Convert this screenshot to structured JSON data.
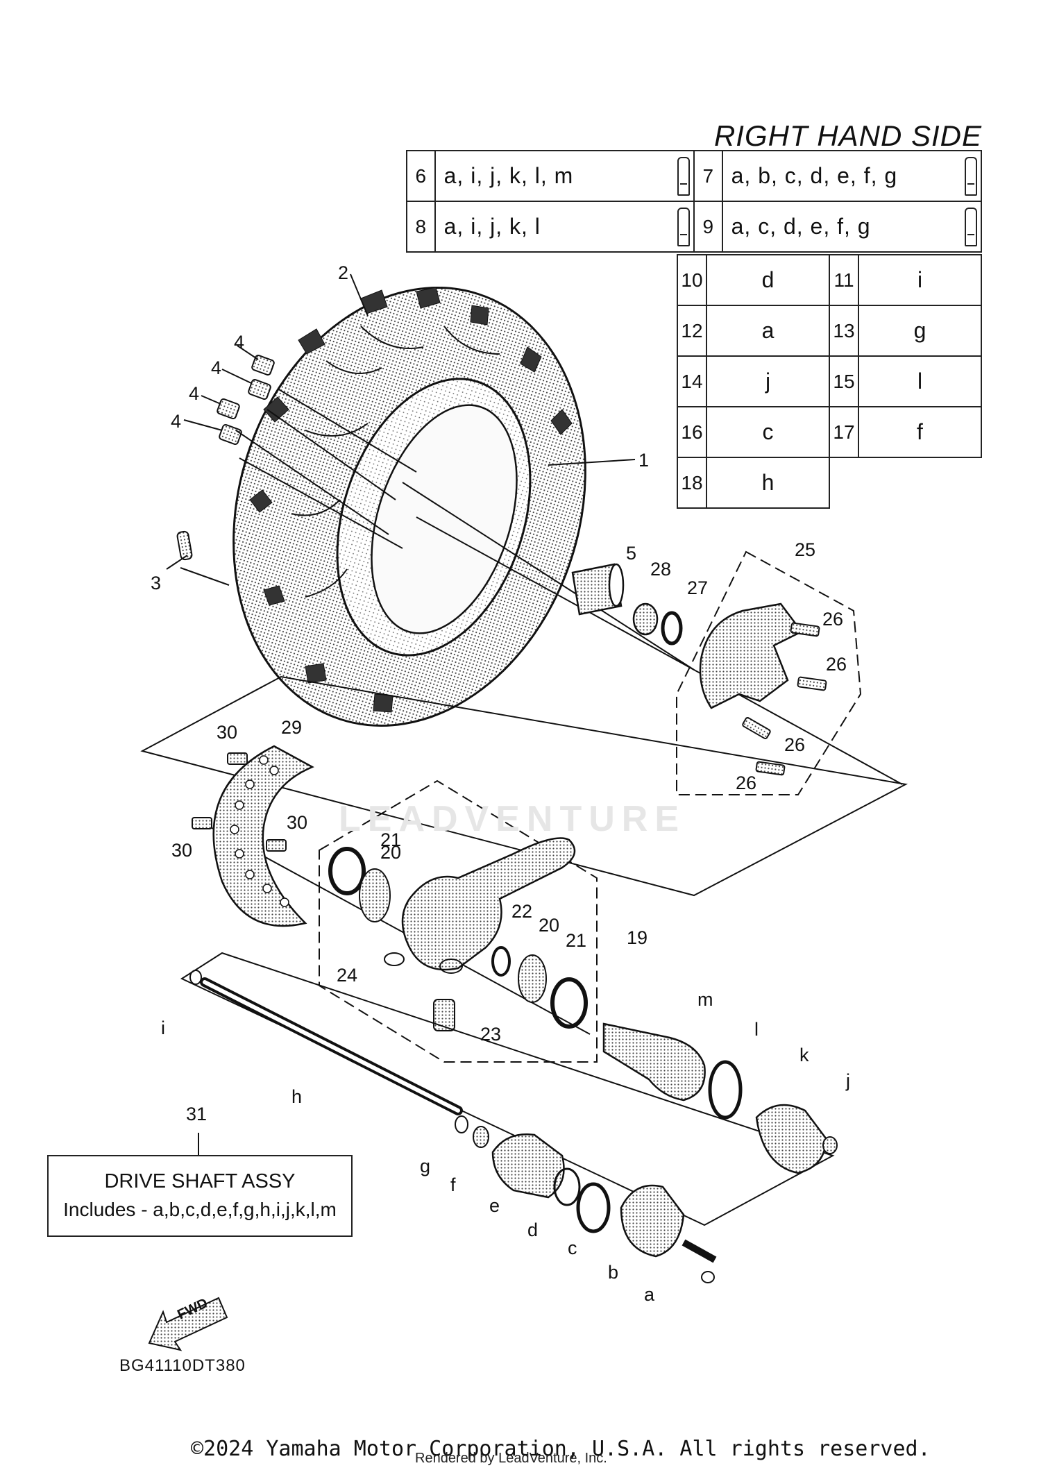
{
  "title": "RIGHT HAND SIDE",
  "ref_table_top": [
    [
      {
        "num": "6",
        "parts": "a, i, j, k, l, m"
      },
      {
        "num": "7",
        "parts": "a, b, c, d, e, f, g"
      }
    ],
    [
      {
        "num": "8",
        "parts": "a, i, j, k, l"
      },
      {
        "num": "9",
        "parts": "a, c, d, e, f, g"
      }
    ]
  ],
  "ref_table_bottom": [
    [
      {
        "num": "10",
        "part": "d"
      },
      {
        "num": "11",
        "part": "i"
      }
    ],
    [
      {
        "num": "12",
        "part": "a"
      },
      {
        "num": "13",
        "part": "g"
      }
    ],
    [
      {
        "num": "14",
        "part": "j"
      },
      {
        "num": "15",
        "part": "l"
      }
    ],
    [
      {
        "num": "16",
        "part": "c"
      },
      {
        "num": "17",
        "part": "f"
      }
    ],
    [
      {
        "num": "18",
        "part": "h"
      }
    ]
  ],
  "grease_icon": "grease-tube-icon",
  "callouts": [
    "1",
    "2",
    "3",
    "4",
    "4",
    "4",
    "4",
    "5",
    "19",
    "20",
    "20",
    "21",
    "21",
    "22",
    "23",
    "24",
    "25",
    "26",
    "26",
    "26",
    "26",
    "27",
    "28",
    "29",
    "30",
    "30",
    "30",
    "31",
    "a",
    "b",
    "c",
    "d",
    "e",
    "f",
    "g",
    "h",
    "i",
    "j",
    "k",
    "l",
    "m"
  ],
  "assembly_box": {
    "line1": "DRIVE SHAFT ASSY",
    "line2": "Includes - a,b,c,d,e,f,g,h,i,j,k,l,m"
  },
  "fwd_label": "FWD",
  "diagram_code": "BG41110DT380",
  "watermark": "LEADVENTURE",
  "copyright": "©2024 Yamaha Motor Corporation, U.S.A. All rights reserved.",
  "rendered_by": "Rendered by LeadVenture, Inc."
}
